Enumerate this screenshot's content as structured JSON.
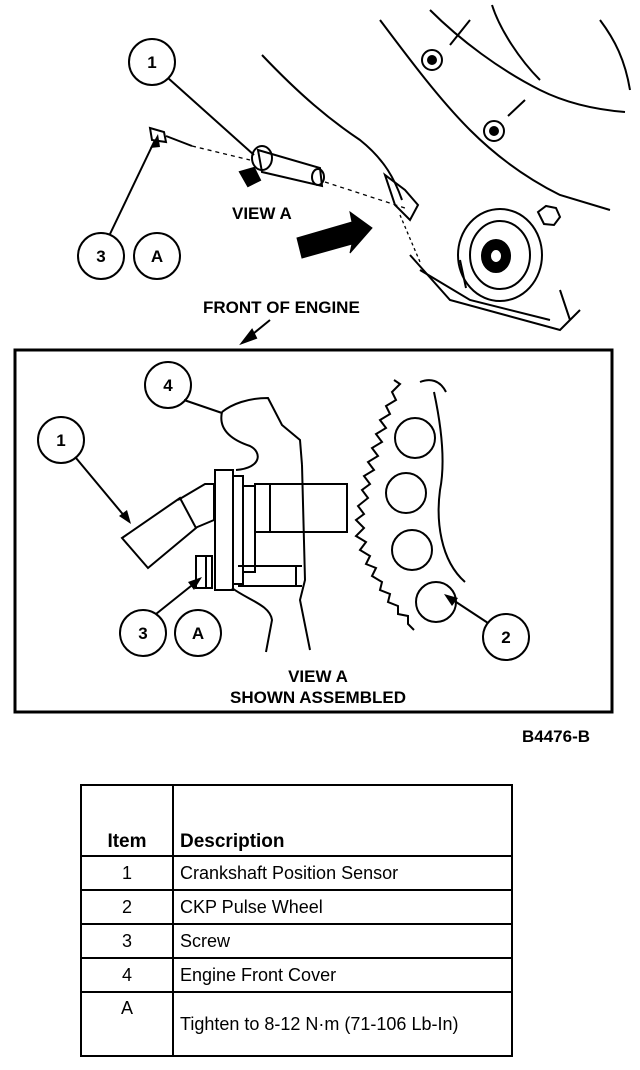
{
  "diagram": {
    "callouts": {
      "sensor_top": "1",
      "screw_top": "3",
      "torque_top": "A",
      "cover_detail": "4",
      "sensor_detail": "1",
      "screw_detail": "3",
      "torque_detail": "A",
      "wheel_detail": "2"
    },
    "labels": {
      "view_a": "VIEW A",
      "front_of_engine": "FRONT OF ENGINE",
      "detail_line1": "VIEW A",
      "detail_line2": "SHOWN ASSEMBLED"
    },
    "figure_code": "B4476-B"
  },
  "table": {
    "headers": {
      "item": "Item",
      "description": "Description"
    },
    "rows": [
      {
        "item": "1",
        "description": "Crankshaft Position Sensor"
      },
      {
        "item": "2",
        "description": "CKP Pulse Wheel"
      },
      {
        "item": "3",
        "description": "Screw"
      },
      {
        "item": "4",
        "description": "Engine Front Cover"
      },
      {
        "item": "A",
        "description": "Tighten to 8-12 N·m (71-106 Lb-In)"
      }
    ]
  }
}
